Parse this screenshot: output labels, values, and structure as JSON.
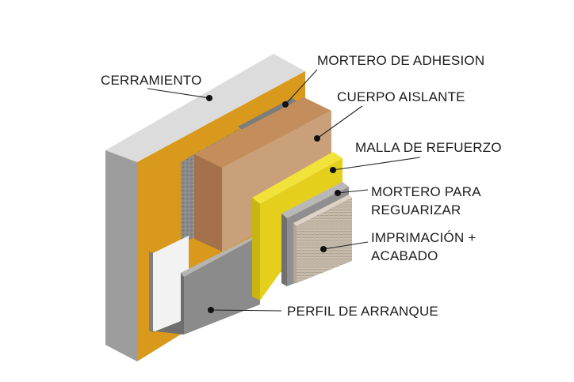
{
  "labels": {
    "cerramiento": "CERRAMIENTO",
    "mortero_adhesion": "MORTERO DE ADHESION",
    "cuerpo_aislante": "CUERPO AISLANTE",
    "malla_refuerzo": "MALLA DE REFUERZO",
    "mortero_regularizar_1": "MORTERO PARA",
    "mortero_regularizar_2": "REGUARIZAR",
    "imprimacion_1": "IMPRIMACIÓN +",
    "imprimacion_2": "ACABADO",
    "perfil_arranque": "PERFIL DE ARRANQUE"
  },
  "colors": {
    "wall_face": "#d99a1e",
    "wall_side": "#9c9c9c",
    "wall_top": "#dedede",
    "adhesive_mortar": "#8a8a8a",
    "insulation_front": "#caa07a",
    "insulation_side": "#a8764a",
    "insulation_top": "#c08c5c",
    "mesh": "#e6d21a",
    "regularizing_mortar": "#8c8c8c",
    "finish": "#cdbfae",
    "profile": "#8d8d8d",
    "leader": "#222222"
  }
}
